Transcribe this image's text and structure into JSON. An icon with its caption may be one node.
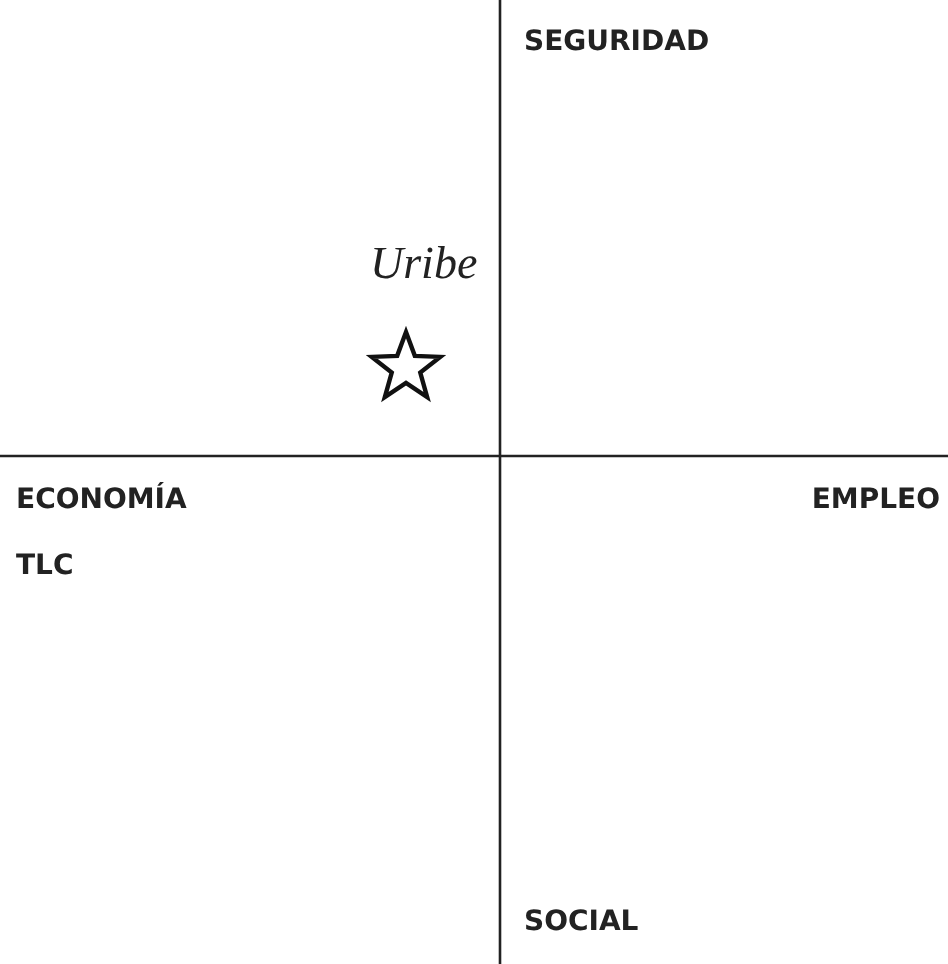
{
  "diagram": {
    "labels": [
      "SEGURIDAD",
      "Uribe",
      "ECONOMÍA",
      "EMPLEO",
      "TLC",
      "SOCIAL"
    ]
  }
}
